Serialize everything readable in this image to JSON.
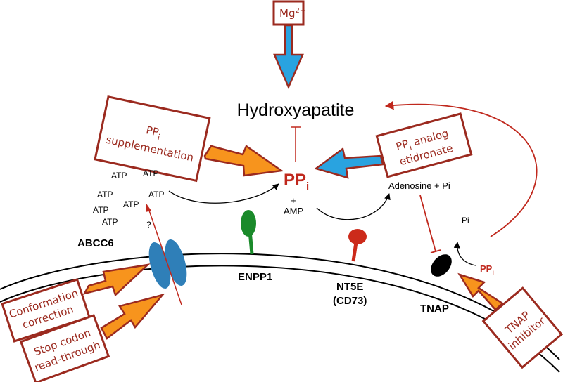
{
  "center": {
    "hydroxyapatite": "Hydroxyapatite",
    "ppi": {
      "base": "PP",
      "sub": "i"
    },
    "plus": "+",
    "amp": "AMP",
    "adenosine_pi": "Adenosine + Pi",
    "pi": "Pi"
  },
  "atp_labels": [
    "ATP",
    "ATP",
    "ATP",
    "ATP",
    "ATP",
    "ATP",
    "ATP"
  ],
  "question_mark": "?",
  "proteins": {
    "abcc6": "ABCC6",
    "enpp1": "ENPP1",
    "nt5e": "NT5E",
    "cd73": "(CD73)",
    "tnap": "TNAP"
  },
  "small_ppi": {
    "base": "PP",
    "sub": "i"
  },
  "boxes": {
    "mg": {
      "base": "Mg",
      "sup": "2+"
    },
    "ppi_supplementation": {
      "line1_base": "PP",
      "line1_sub": "i",
      "line2": "supplementation"
    },
    "ppi_analog": {
      "line1_base": "PP",
      "line1_sub": "i",
      "line1_rest": " analog",
      "line2": "etidronate"
    },
    "conformation": {
      "line1": "Conformation",
      "line2": "correction"
    },
    "stop_codon": {
      "line1": "Stop codon",
      "line2": "read-through"
    },
    "tnap_inhibitor": {
      "line1": "TNAP",
      "line2": "inhibitor"
    }
  },
  "colors": {
    "box_border": "#9b2a1f",
    "orange_arrow": "#f7941d",
    "blue_arrow": "#29a3e0",
    "inhibition_red": "#c0281d",
    "enpp1_green": "#1a8a2a",
    "nt5e_red": "#cc2a1a",
    "abcc6_blue": "#2f7fb8"
  }
}
